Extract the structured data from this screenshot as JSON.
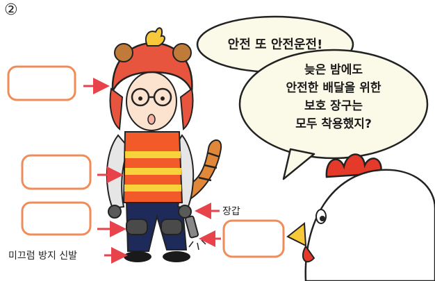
{
  "page": {
    "number_mark": "②"
  },
  "speech": {
    "bubble1": "안전 또 안전운전!",
    "bubble2_lines": [
      "늦은 밤에도",
      "안전한 배달을 위한",
      "보호 장구는",
      "모두 착용했지?"
    ]
  },
  "labels": {
    "gloves": "장갑",
    "anti_slip_shoes": "미끄럼 방지 신발"
  },
  "answer_boxes": [
    {
      "target": "helmet",
      "value": ""
    },
    {
      "target": "vest",
      "value": ""
    },
    {
      "target": "knee-pads",
      "value": ""
    },
    {
      "target": "flashlight",
      "value": ""
    }
  ],
  "colors": {
    "box_border": "#f08c5a",
    "arrow": "#e8434a",
    "helmet": "#e8553f",
    "vest_orange": "#f25a2a",
    "vest_yellow": "#f7d23a",
    "pants": "#1d2a5a",
    "bubble_fill": "#fbfae8"
  }
}
